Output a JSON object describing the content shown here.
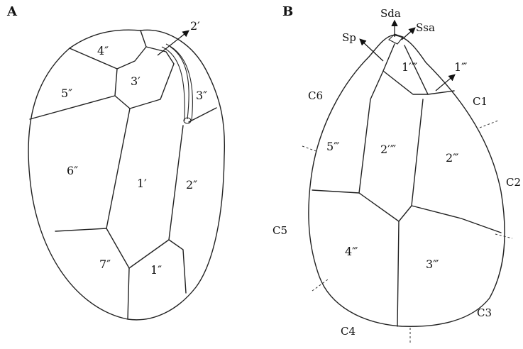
{
  "panels": {
    "a": {
      "label": "A",
      "plates": {
        "p2_prime": "2′",
        "p4_dp": "4″",
        "p3_prime": "3′",
        "p5_dp": "5″",
        "p3_dp": "3″",
        "p6_dp": "6″",
        "p1_prime": "1′",
        "p2_dp": "2″",
        "p7_dp": "7″",
        "p1_dp": "1″"
      }
    },
    "b": {
      "label": "B",
      "annotations": {
        "sda": "Sda",
        "ssa": "Ssa",
        "sp": "Sp"
      },
      "plates": {
        "p1_qp": "1′‴",
        "p1_tp": "1‴",
        "p5_tp": "5‴",
        "p2_qp": "2′‴",
        "p2_tp": "2‴",
        "p4_tp": "4‴",
        "p3_tp": "3‴"
      },
      "cingular": {
        "c1": "C1",
        "c2": "C2",
        "c3": "C3",
        "c4": "C4",
        "c5": "C5",
        "c6": "C6"
      }
    }
  }
}
